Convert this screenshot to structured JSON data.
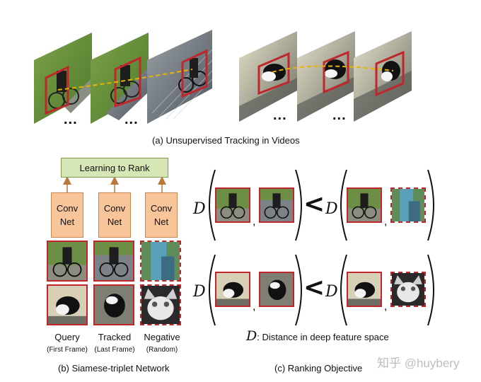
{
  "captions": {
    "top": "(a) Unsupervised Tracking in Videos",
    "network": "(b) Siamese-triplet Network",
    "ranking": "(c) Ranking Objective"
  },
  "network": {
    "rank_box": "Learning to Rank",
    "conv_line1": "Conv",
    "conv_line2": "Net",
    "columns": [
      {
        "label": "Query",
        "sub": "(First Frame)"
      },
      {
        "label": "Tracked",
        "sub": "(Last Frame)"
      },
      {
        "label": "Negative",
        "sub": "(Random)"
      }
    ]
  },
  "ranking": {
    "D": "D",
    "comma": ",",
    "legend_D": "D",
    "legend_text": ": Distance in deep feature space"
  },
  "dots": "...",
  "watermark": "知乎 @huybery",
  "colors": {
    "box_red": "#c0272d",
    "rank_box_fill": "#d6e6b5",
    "conv_fill": "#f8c49a",
    "arrow": "#b9783e",
    "track_dash": "#e8b400"
  }
}
